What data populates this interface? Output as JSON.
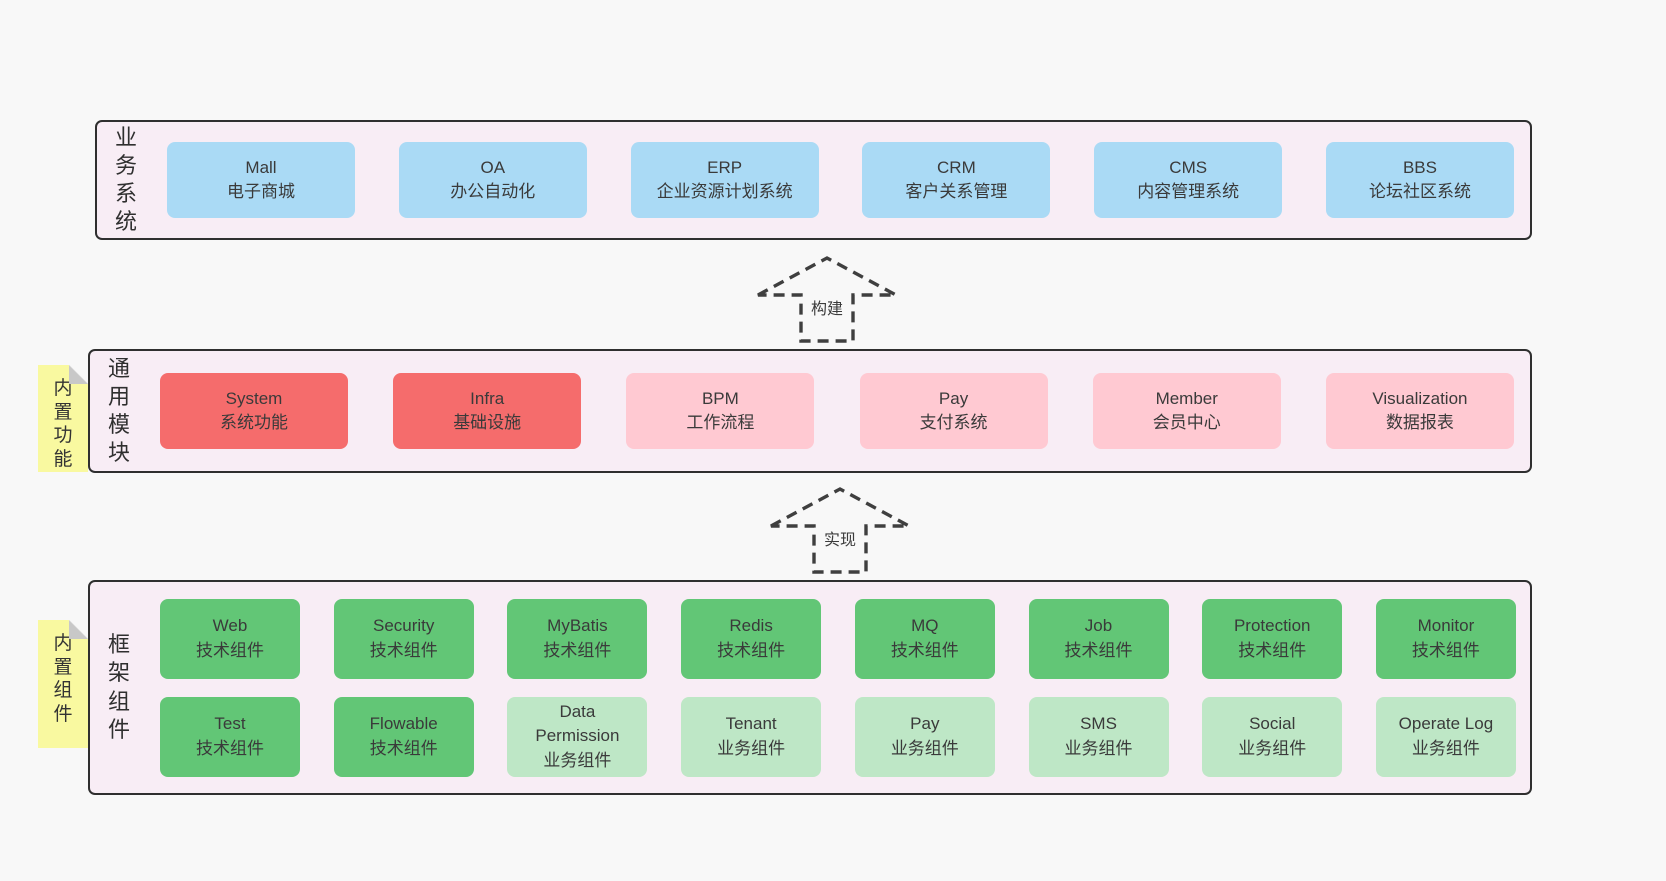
{
  "colors": {
    "page_bg": "#f8f8f8",
    "band_bg": "#f8edf5",
    "band_border": "#2f2f2f",
    "blue_box": "#aadaf5",
    "red_box": "#f56c6c",
    "pink_box": "#ffc9d2",
    "green_dark_box": "#62c676",
    "green_light_box": "#bee7c6",
    "sticky_yellow": "#f9f9a0",
    "text": "#3a3a3a"
  },
  "arrows": [
    {
      "label": "构建"
    },
    {
      "label": "实现"
    }
  ],
  "bands": [
    {
      "label": "业务系统",
      "boxes": [
        {
          "name": "Mall",
          "subtitle": "电子商城"
        },
        {
          "name": "OA",
          "subtitle": "办公自动化"
        },
        {
          "name": "ERP",
          "subtitle": "企业资源计划系统"
        },
        {
          "name": "CRM",
          "subtitle": "客户关系管理"
        },
        {
          "name": "CMS",
          "subtitle": "内容管理系统"
        },
        {
          "name": "BBS",
          "subtitle": "论坛社区系统"
        }
      ]
    },
    {
      "label": "通用模块",
      "sticky": "内置功能",
      "boxes": [
        {
          "name": "System",
          "subtitle": "系统功能"
        },
        {
          "name": "Infra",
          "subtitle": "基础设施"
        },
        {
          "name": "BPM",
          "subtitle": "工作流程"
        },
        {
          "name": "Pay",
          "subtitle": "支付系统"
        },
        {
          "name": "Member",
          "subtitle": "会员中心"
        },
        {
          "name": "Visualization",
          "subtitle": "数据报表"
        }
      ]
    },
    {
      "label": "框架组件",
      "sticky": "内置组件",
      "rows": [
        [
          {
            "name": "Web",
            "subtitle": "技术组件"
          },
          {
            "name": "Security",
            "subtitle": "技术组件"
          },
          {
            "name": "MyBatis",
            "subtitle": "技术组件"
          },
          {
            "name": "Redis",
            "subtitle": "技术组件"
          },
          {
            "name": "MQ",
            "subtitle": "技术组件"
          },
          {
            "name": "Job",
            "subtitle": "技术组件"
          },
          {
            "name": "Protection",
            "subtitle": "技术组件"
          },
          {
            "name": "Monitor",
            "subtitle": "技术组件"
          }
        ],
        [
          {
            "name": "Test",
            "subtitle": "技术组件"
          },
          {
            "name": "Flowable",
            "subtitle": "技术组件"
          },
          {
            "name": "Data Permission",
            "subtitle": "业务组件"
          },
          {
            "name": "Tenant",
            "subtitle": "业务组件"
          },
          {
            "name": "Pay",
            "subtitle": "业务组件"
          },
          {
            "name": "SMS",
            "subtitle": "业务组件"
          },
          {
            "name": "Social",
            "subtitle": "业务组件"
          },
          {
            "name": "Operate Log",
            "subtitle": "业务组件"
          }
        ]
      ]
    }
  ]
}
